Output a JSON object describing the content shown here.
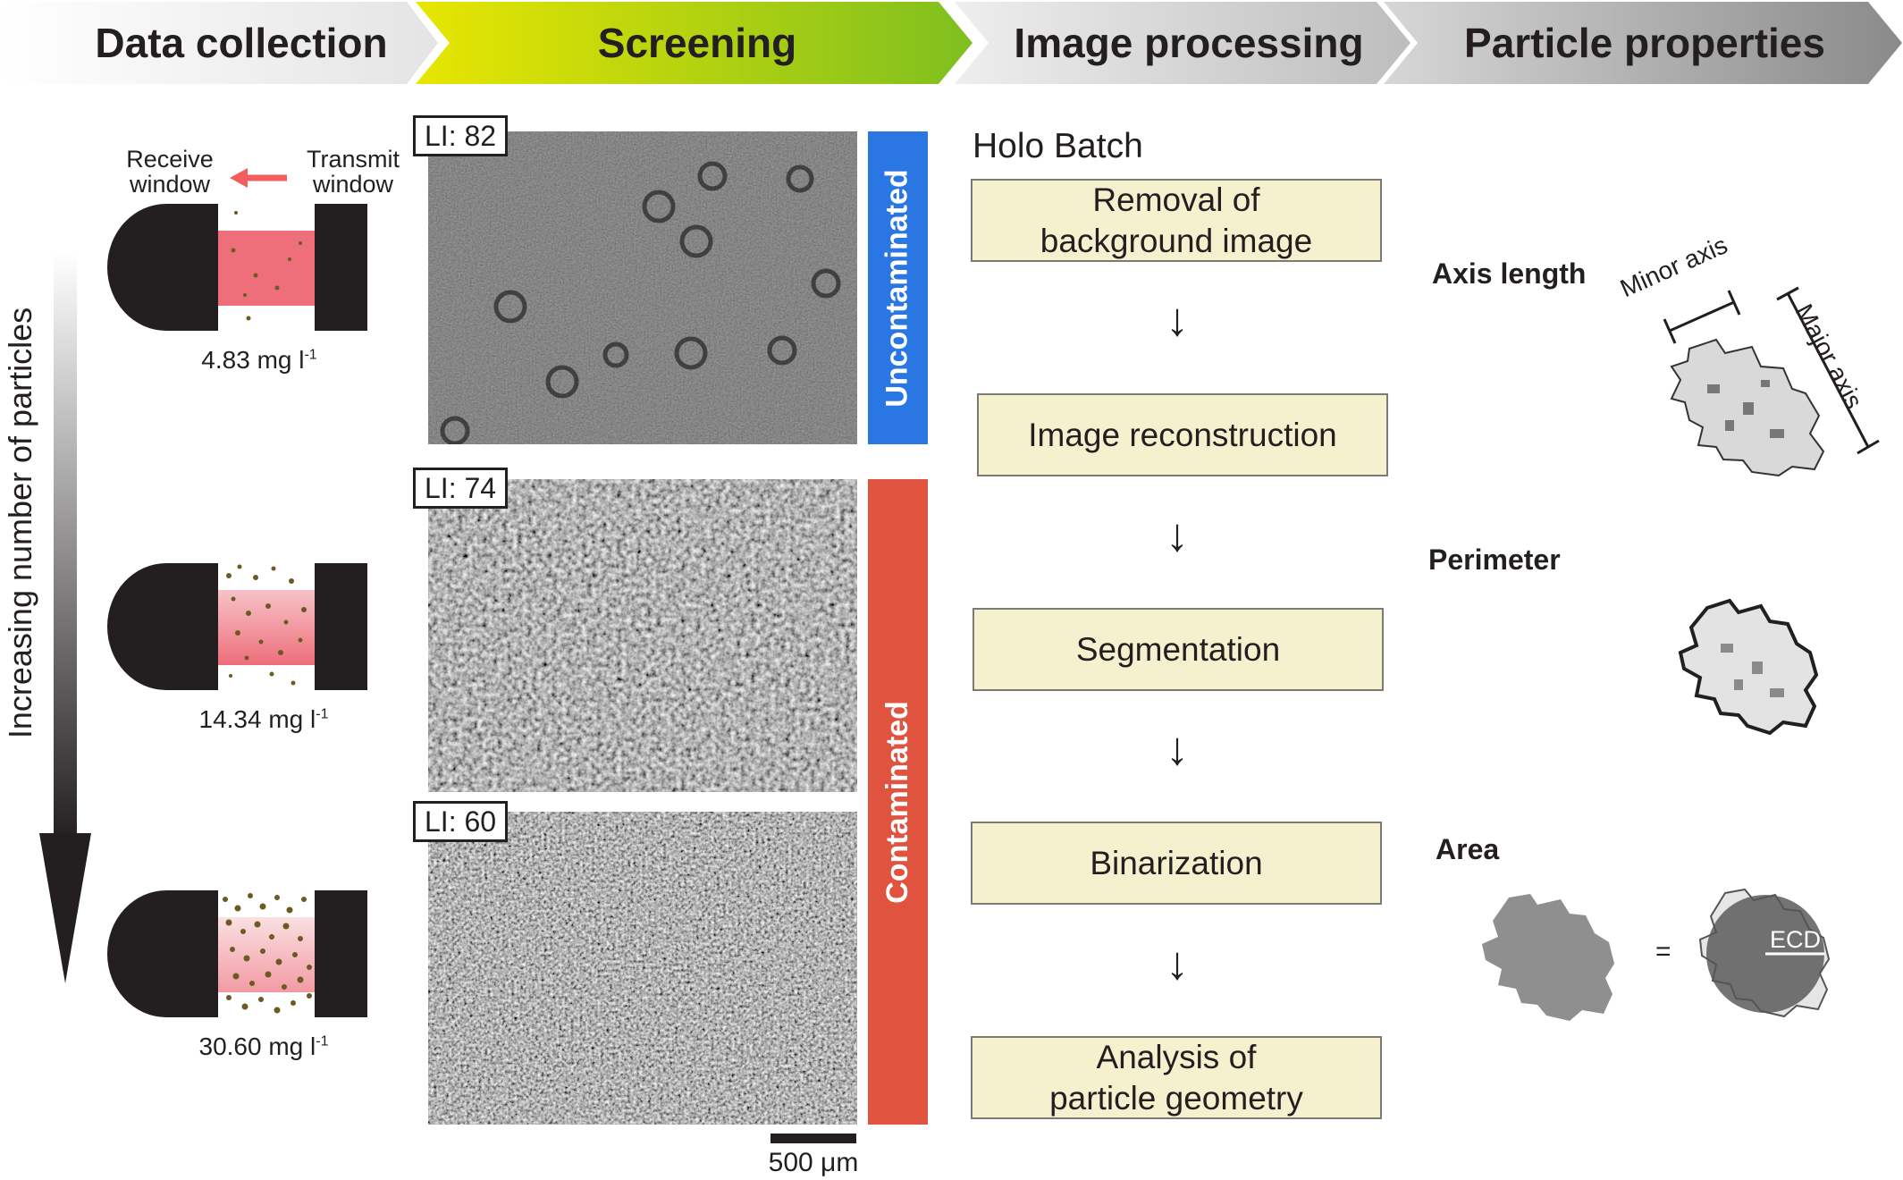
{
  "stages": [
    {
      "label": "Data collection"
    },
    {
      "label": "Screening"
    },
    {
      "label": "Image processing"
    },
    {
      "label": "Particle properties"
    }
  ],
  "data_collection": {
    "receive_window": "Receive\nwindow",
    "transmit_window": "Transmit\nwindow",
    "axis_label": "Increasing number of particles",
    "concentrations": [
      {
        "value": "4.83 mg l",
        "sup": "-1"
      },
      {
        "value": "14.34 mg l",
        "sup": "-1"
      },
      {
        "value": "30.60 mg l",
        "sup": "-1"
      }
    ]
  },
  "screening": {
    "panels": [
      {
        "li": "LI: 82"
      },
      {
        "li": "LI: 74"
      },
      {
        "li": "LI: 60"
      }
    ],
    "uncontaminated_label": "Uncontaminated",
    "contaminated_label": "Contaminated",
    "scale_bar": "500 μm",
    "colors": {
      "uncontaminated": "#2a76e2",
      "contaminated": "#e0533f"
    }
  },
  "image_processing": {
    "title": "Holo Batch",
    "steps": [
      {
        "label": "Removal of\nbackground image"
      },
      {
        "label": "Image reconstruction"
      },
      {
        "label": "Segmentation"
      },
      {
        "label": "Binarization"
      },
      {
        "label": "Analysis of\nparticle geometry"
      }
    ]
  },
  "particle_properties": {
    "axis_length": "Axis length",
    "minor_axis": "Minor axis",
    "major_axis": "Major axis",
    "perimeter": "Perimeter",
    "area": "Area",
    "equals": "=",
    "ecd": "ECD"
  }
}
